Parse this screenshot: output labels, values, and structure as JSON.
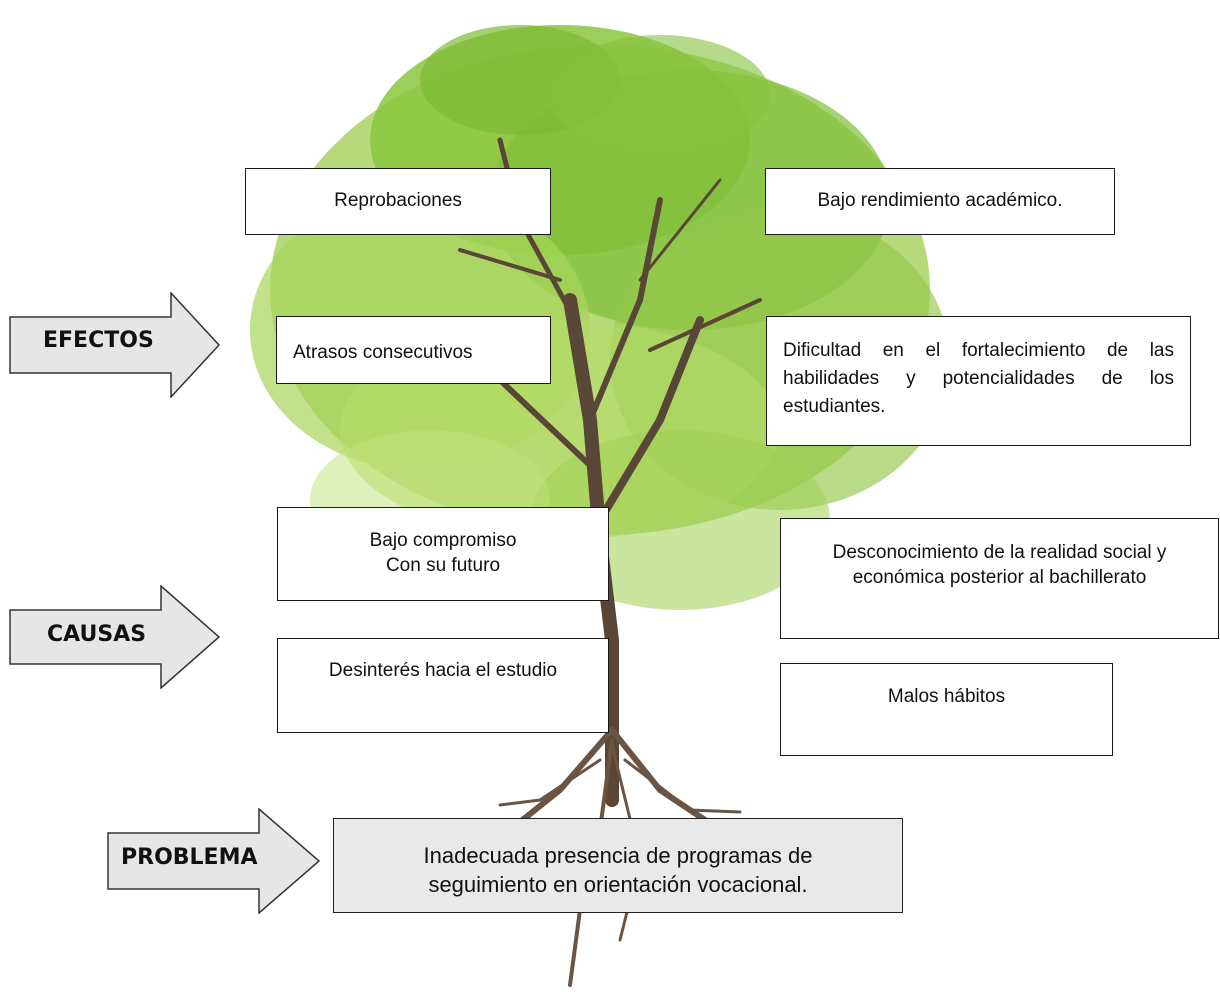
{
  "labels": {
    "efectos": "EFECTOS",
    "causas": "CAUSAS",
    "problema": "PROBLEMA"
  },
  "effects": {
    "reprobaciones": "Reprobaciones",
    "bajo_rendimiento": "Bajo rendimiento académico.",
    "atrasos": "Atrasos consecutivos",
    "dificultad": "Dificultad en el fortalecimiento de las habilidades y potencialidades de los estudiantes."
  },
  "causes": {
    "bajo_compromiso_1": "Bajo compromiso",
    "bajo_compromiso_2": "Con su futuro",
    "desconocimiento_1": "Desconocimiento de la realidad social y",
    "desconocimiento_2": "económica posterior al bachillerato",
    "desinteres": "Desinterés hacia el estudio",
    "malos_habitos": "Malos hábitos"
  },
  "problem": {
    "line1": "Inadecuada presencia de programas de",
    "line2": "seguimiento en orientación  vocacional."
  },
  "colors": {
    "arrow_fill": "#e6e6e6",
    "problem_fill": "#e9e9e9",
    "foliage": "#8cc63f",
    "trunk": "#5a4636"
  }
}
